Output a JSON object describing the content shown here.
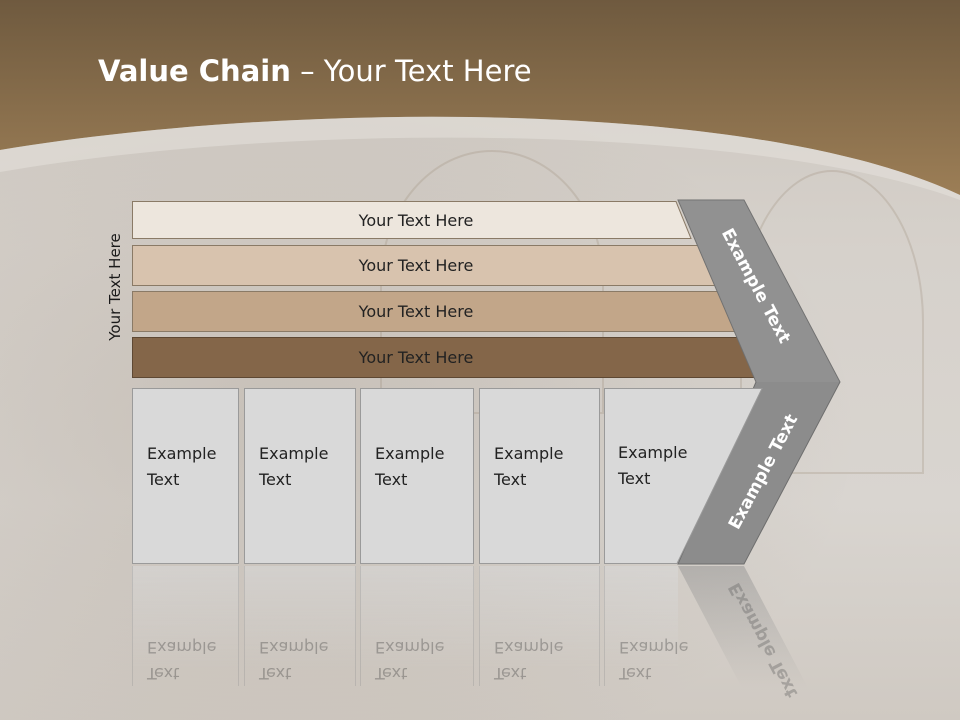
{
  "slide": {
    "title_bold": "Value Chain",
    "title_rest": " – Your Text Here",
    "vertical_label": "Your Text Here"
  },
  "rows": [
    {
      "label": "Your Text Here",
      "color": "#ede6dd"
    },
    {
      "label": "Your Text Here",
      "color": "#d8c3ae"
    },
    {
      "label": "Your Text Here",
      "color": "#c2a689"
    },
    {
      "label": "Your Text Here",
      "color": "#846649"
    }
  ],
  "cells": [
    {
      "line1": "Example",
      "line2": "Text"
    },
    {
      "line1": "Example",
      "line2": "Text"
    },
    {
      "line1": "Example",
      "line2": "Text"
    },
    {
      "line1": "Example",
      "line2": "Text"
    },
    {
      "line1": "Example",
      "line2": "Text"
    }
  ],
  "chevron": {
    "upper_text": "Example Text",
    "lower_text": "Example Text",
    "color": "#8c8c8c"
  }
}
